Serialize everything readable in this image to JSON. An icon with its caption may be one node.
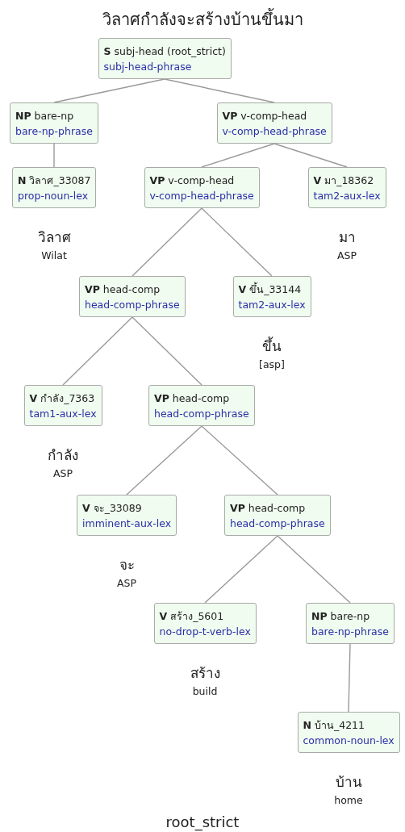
{
  "diagram": {
    "title": "วิลาศกำลังจะสร้างบ้านขึ้นมา",
    "nodes": [
      {
        "text": [
          "**S** subj-head (root_strict)",
          "subj-head-phrase"
        ]
      },
      {
        "text": [
          "**NP** bare-np",
          "bare-np-phrase"
        ]
      },
      {
        "text": [
          "**VP** v-comp-head",
          "v-comp-head-phrase"
        ]
      },
      {
        "text": [
          "**N** วิลาศ_33087",
          "prop-noun-lex"
        ],
        "beside": [
          "วิลาศ",
          "Wilat"
        ]
      },
      {
        "text": [
          "**VP** v-comp-head",
          "v-comp-head-phrase"
        ]
      },
      {
        "text": [
          "**V** มา_18362",
          "tam2-aux-lex"
        ],
        "beside": [
          "มา",
          "ASP"
        ]
      },
      {
        "text": [
          "**VP** head-comp",
          "head-comp-phrase"
        ]
      },
      {
        "text": [
          "**V** ขึ้น_33144",
          "tam2-aux-lex"
        ],
        "beside": [
          "ขึ้น",
          "[asp]"
        ]
      },
      {
        "text": [
          "**V** กำลัง_7363",
          "tam1-aux-lex"
        ],
        "beside": [
          "กำลัง",
          "ASP"
        ]
      },
      {
        "text": [
          "**VP** head-comp",
          "head-comp-phrase"
        ]
      },
      {
        "text": [
          "**V** จะ_33089",
          "imminent-aux-lex"
        ],
        "beside": [
          "จะ",
          "ASP"
        ]
      },
      {
        "text": [
          "**VP** head-comp",
          "head-comp-phrase"
        ]
      },
      {
        "text": [
          "**V** สร้าง_5601",
          "no-drop-t-verb-lex"
        ],
        "beside": [
          "สร้าง",
          "build"
        ]
      },
      {
        "text": [
          "**NP** bare-np",
          "bare-np-phrase"
        ]
      },
      {
        "text": [
          "**N** บ้าน_4211",
          "common-noun-lex"
        ],
        "beside": [
          "บ้าน",
          "home"
        ]
      }
    ],
    "edges": [
      {
        "from": 0,
        "to": 1,
        "arrow": "none"
      },
      {
        "from": 0,
        "to": 2,
        "arrow": "none"
      },
      {
        "from": 1,
        "to": 3,
        "arrow": "none"
      },
      {
        "from": 2,
        "to": 4,
        "arrow": "none"
      },
      {
        "from": 2,
        "to": 5,
        "arrow": "none"
      },
      {
        "from": 4,
        "to": 6,
        "arrow": "none"
      },
      {
        "from": 4,
        "to": 7,
        "arrow": "none"
      },
      {
        "from": 6,
        "to": 8,
        "arrow": "none"
      },
      {
        "from": 6,
        "to": 9,
        "arrow": "none"
      },
      {
        "from": 9,
        "to": 10,
        "arrow": "none"
      },
      {
        "from": 9,
        "to": 11,
        "arrow": "none"
      },
      {
        "from": 11,
        "to": 12,
        "arrow": "none"
      },
      {
        "from": 11,
        "to": 13,
        "arrow": "none"
      },
      {
        "from": 13,
        "to": 14,
        "arrow": "none"
      }
    ],
    "labels": [
      "root_strict"
    ]
  }
}
